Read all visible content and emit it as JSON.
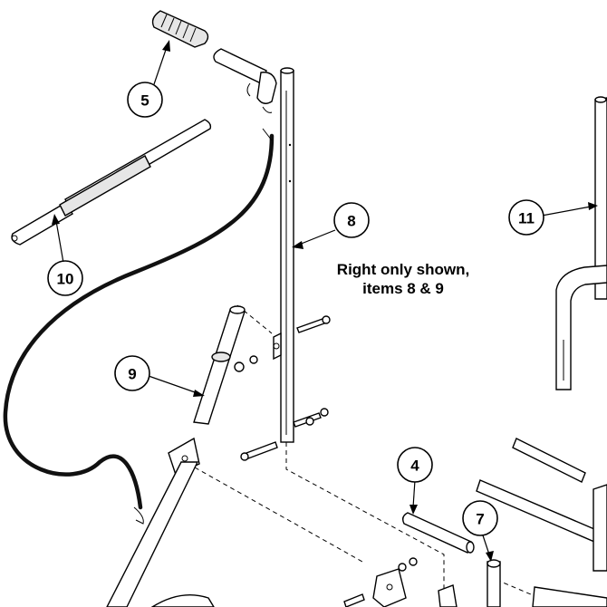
{
  "callouts": [
    {
      "id": "5",
      "label": "5"
    },
    {
      "id": "10",
      "label": "10"
    },
    {
      "id": "8",
      "label": "8"
    },
    {
      "id": "11",
      "label": "11"
    },
    {
      "id": "9",
      "label": "9"
    },
    {
      "id": "4",
      "label": "4"
    },
    {
      "id": "7",
      "label": "7"
    }
  ],
  "note": {
    "line1": "Right only shown,",
    "line2": "items 8 & 9"
  }
}
